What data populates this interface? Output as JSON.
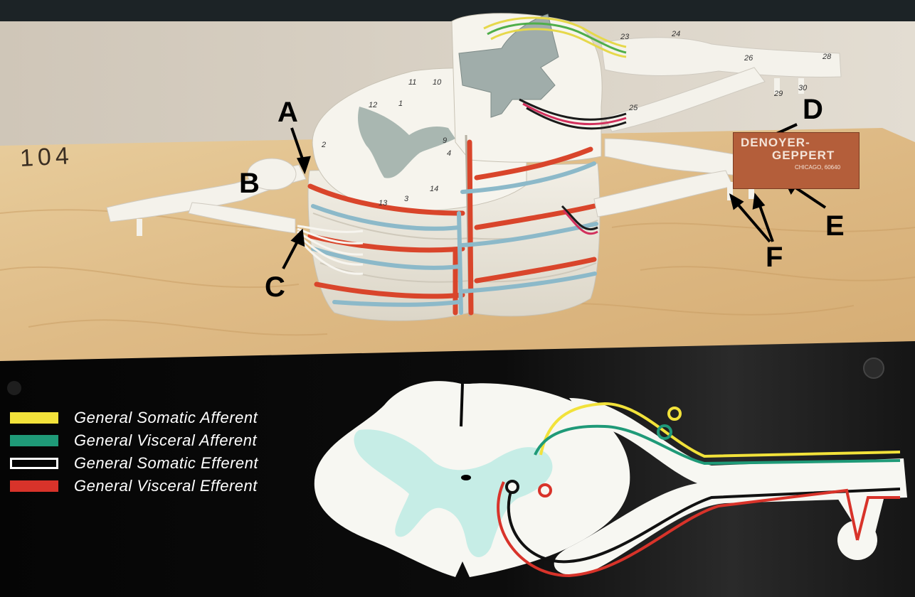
{
  "photo": {
    "board_number": "104",
    "brand_label": {
      "line1": "DENOYER-",
      "line2": "GEPPERT",
      "line3": "CHICAGO, 60640"
    }
  },
  "callouts": [
    "A",
    "B",
    "C",
    "D",
    "E",
    "F"
  ],
  "legend": {
    "items": [
      {
        "label": "General Somatic Afferent",
        "color": "#f2e23a",
        "style": "filled"
      },
      {
        "label": "General Visceral Afferent",
        "color": "#1f9a78",
        "style": "filled"
      },
      {
        "label": "General Somatic Efferent",
        "color": "#ffffff",
        "style": "outline"
      },
      {
        "label": "General Visceral Efferent",
        "color": "#d8332a",
        "style": "filled"
      }
    ]
  },
  "model_numbers": [
    "1",
    "2",
    "3",
    "4",
    "9",
    "10",
    "11",
    "12",
    "13",
    "14",
    "23",
    "24",
    "25",
    "26",
    "28",
    "29",
    "30"
  ],
  "colors": {
    "background_carpet": "#d9d2c6",
    "board_wood": "#e3c796",
    "black_panel": "#0a0a0a",
    "model_white": "#f3f1ea",
    "grey_matter": "#a9b7b1",
    "artery_red": "#d9452b",
    "vein_blue": "#8cb9c9",
    "diagram_gray_matter": "#c6ede6"
  }
}
